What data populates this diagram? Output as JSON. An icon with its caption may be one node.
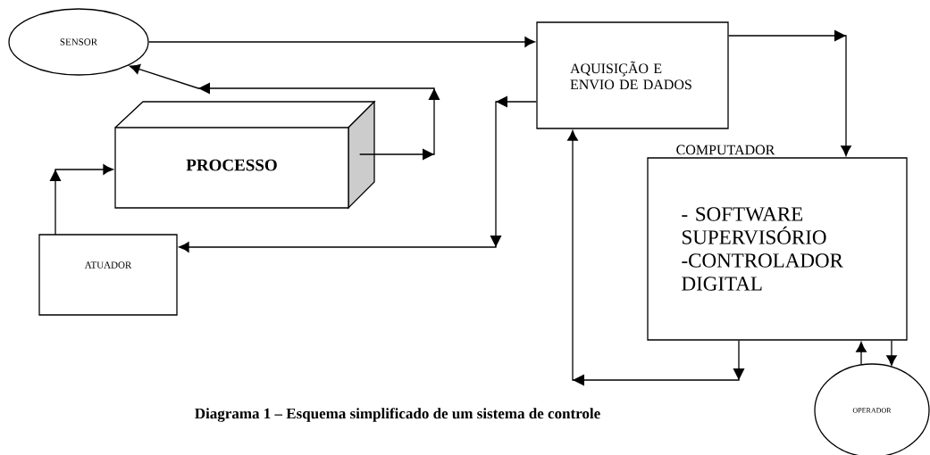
{
  "diagram": {
    "caption": "Diagrama 1 – Esquema simplificado de um sistema de controle",
    "nodes": [
      {
        "text": [
          "SENSOR"
        ]
      },
      {
        "text": [
          "PROCESSO"
        ]
      },
      {
        "text": [
          "AQUISIÇÃO E ENVIO DE DADOS"
        ]
      },
      {
        "text": [
          "ATUADOR"
        ]
      },
      {
        "text": [
          "COMPUTADOR",
          "- SOFTWARE SUPERVISÓRIO -CONTROLADOR DIGITAL"
        ]
      },
      {
        "text": [
          "OPERADOR"
        ]
      }
    ],
    "edges": [
      {
        "from": 0,
        "to": 2,
        "arrow": "to"
      },
      {
        "from": 1,
        "to": 0,
        "arrow": "to"
      },
      {
        "from": 3,
        "to": 1,
        "arrow": "to"
      },
      {
        "from": 2,
        "to": 3,
        "arrow": "to"
      },
      {
        "from": 2,
        "to": 4,
        "arrow": "to"
      },
      {
        "from": 4,
        "to": 2,
        "arrow": "to"
      },
      {
        "from": 5,
        "to": 4,
        "arrow": "to"
      },
      {
        "from": 4,
        "to": 5,
        "arrow": "to"
      }
    ]
  }
}
